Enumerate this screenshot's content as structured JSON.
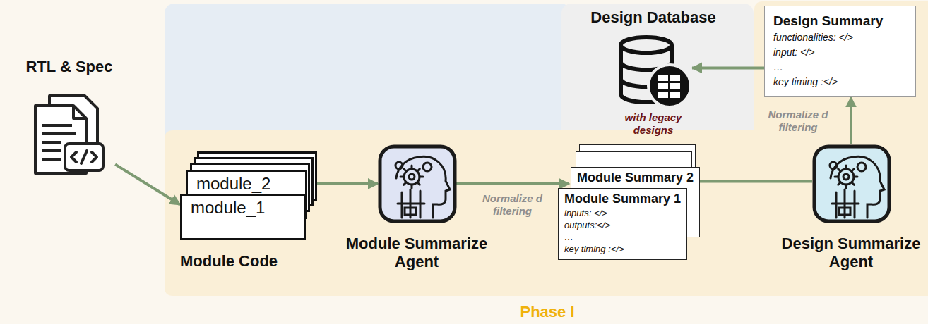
{
  "diagram": {
    "nodes": [
      {
        "text": [
          "RTL & Spec"
        ]
      },
      {
        "text": [
          "Phase I"
        ]
      },
      {
        "text": [
          "module_2",
          "module_1",
          "Module Code"
        ],
        "in": 1
      },
      {
        "text": [
          "Module Summarize Agent"
        ],
        "in": 1
      },
      {
        "text": [
          "Module Summary 2",
          "Module Summary 1",
          "inputs: </>",
          "outputs:</>",
          "…",
          "key timing :</>"
        ],
        "in": 1
      },
      {
        "text": [
          "Design Summarize Agent"
        ],
        "in": 1
      },
      {
        "text": [
          "Design Summary",
          "functionalities: </>",
          "input: </>",
          "…",
          "key timing :</>"
        ],
        "in": 1
      },
      {
        "text": [
          "Design Database",
          "with legacy designs"
        ]
      }
    ],
    "edges": [
      {
        "from": 0,
        "to": 2,
        "arrow": "to"
      },
      {
        "from": 2,
        "to": 3,
        "arrow": "to"
      },
      {
        "from": 3,
        "to": 4,
        "arrow": "to",
        "label": "Normalize d filtering"
      },
      {
        "from": 4,
        "to": 5,
        "arrow": "none"
      },
      {
        "from": 5,
        "to": 6,
        "arrow": "to",
        "label": "Normalize d filtering"
      },
      {
        "from": 6,
        "to": 7,
        "arrow": "to"
      }
    ]
  }
}
